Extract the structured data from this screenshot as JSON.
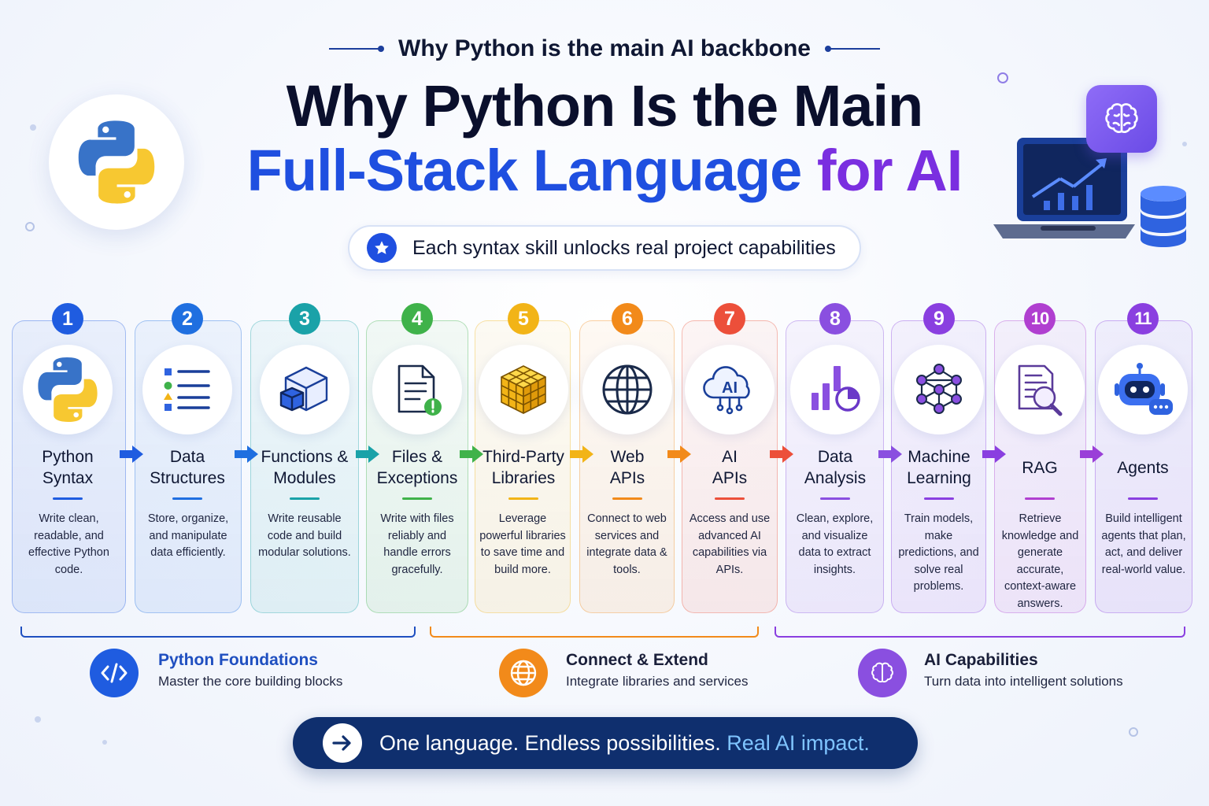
{
  "header": {
    "kicker": "Why Python is the main AI backbone",
    "title_line1": "Why Python Is the Main",
    "title_line2_part1": "Full-Stack Language ",
    "title_line2_part2": "for AI",
    "pill_text": "Each syntax skill unlocks real project capabilities"
  },
  "steps": [
    {
      "num": "1",
      "title": "Python\nSyntax",
      "desc": "Write clean, readable, and effective Python code.",
      "color": "#1f5ce0",
      "icon": "python-logo-icon"
    },
    {
      "num": "2",
      "title": "Data\nStructures",
      "desc": "Store, organize, and manipulate data efficiently.",
      "color": "#1f6fe0",
      "icon": "list-shapes-icon"
    },
    {
      "num": "3",
      "title": "Functions &\nModules",
      "desc": "Write reusable code and build modular solutions.",
      "color": "#1aa2a8",
      "icon": "cube-icon"
    },
    {
      "num": "4",
      "title": "Files &\nExceptions",
      "desc": "Write with files reliably and handle errors gracefully.",
      "color": "#3fb24a",
      "icon": "file-alert-icon"
    },
    {
      "num": "5",
      "title": "Third-Party\nLibraries",
      "desc": "Leverage powerful libraries to save time and build more.",
      "color": "#f2b417",
      "icon": "rubiks-cube-icon"
    },
    {
      "num": "6",
      "title": "Web\nAPIs",
      "desc": "Connect to web services and integrate data & tools.",
      "color": "#f28a1a",
      "icon": "globe-icon"
    },
    {
      "num": "7",
      "title": "AI\nAPIs",
      "desc": "Access and use advanced AI capabilities via APIs.",
      "color": "#ec4f3a",
      "icon": "ai-cloud-icon"
    },
    {
      "num": "8",
      "title": "Data\nAnalysis",
      "desc": "Clean, explore, and visualize data to extract insights.",
      "color": "#8a4fe0",
      "icon": "bar-pie-chart-icon"
    },
    {
      "num": "9",
      "title": "Machine\nLearning",
      "desc": "Train models, make predictions, and solve real problems.",
      "color": "#8a3fe0",
      "icon": "neural-network-icon"
    },
    {
      "num": "10",
      "title": "RAG",
      "desc": "Retrieve knowledge and generate accurate, context-aware answers.",
      "color": "#b03fd0",
      "icon": "document-search-icon"
    },
    {
      "num": "11",
      "title": "Agents",
      "desc": "Build intelligent agents that plan, act, and deliver real-world value.",
      "color": "#8a3fe0",
      "icon": "robot-icon"
    }
  ],
  "groups": [
    {
      "title": "Python Foundations",
      "subtitle": "Master the core building blocks",
      "color": "#1f4fc0",
      "icon": "code-brackets-icon"
    },
    {
      "title": "Connect & Extend",
      "subtitle": "Integrate libraries and services",
      "color": "#1a1f3a",
      "icon": "globe-icon"
    },
    {
      "title": "AI Capabilities",
      "subtitle": "Turn data into intelligent solutions",
      "color": "#1a1f3a",
      "icon": "brain-icon"
    }
  ],
  "footer": {
    "text_main": "One language. Endless possibilities. ",
    "text_highlight": "Real AI impact."
  }
}
